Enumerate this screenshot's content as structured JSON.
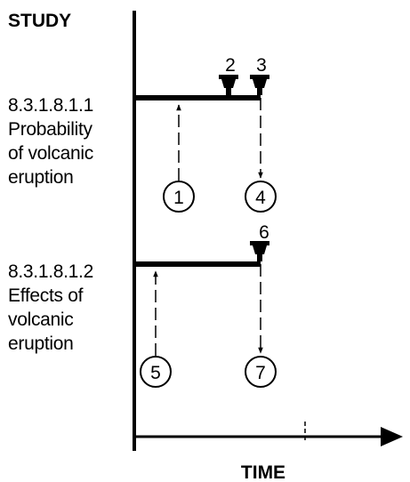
{
  "header": {
    "study_label": "STUDY",
    "time_label": "TIME"
  },
  "studies": [
    {
      "id": "8.3.1.8.1.1",
      "lines": [
        "Probability",
        "of volcanic",
        "eruption"
      ]
    },
    {
      "id": "8.3.1.8.1.2",
      "lines": [
        "Effects of",
        "volcanic",
        "eruption"
      ]
    }
  ],
  "milestones": {
    "m2": "2",
    "m3": "3",
    "m6": "6"
  },
  "nodes": {
    "n1": "1",
    "n4": "4",
    "n5": "5",
    "n7": "7"
  }
}
